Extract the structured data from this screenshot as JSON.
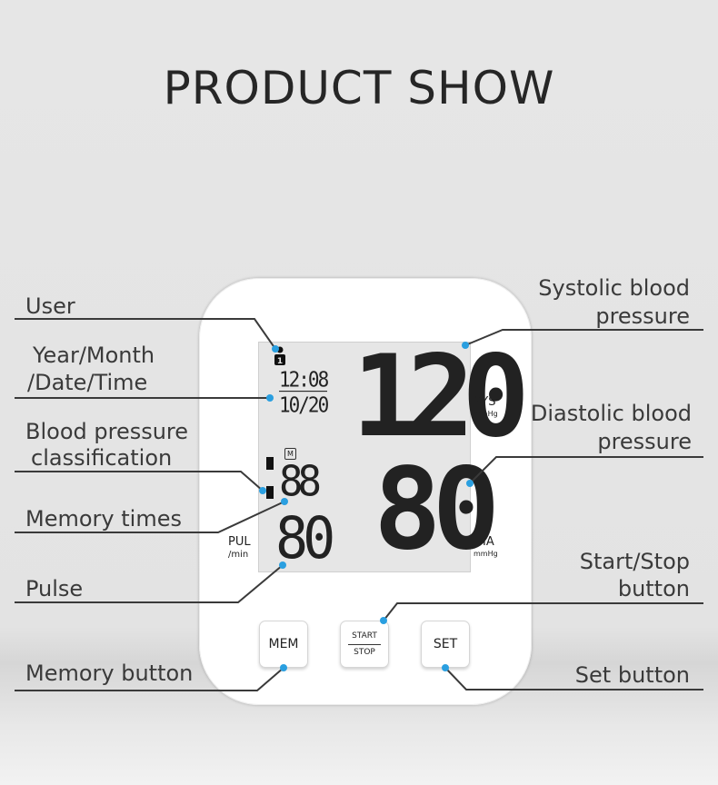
{
  "title": "PRODUCT SHOW",
  "labels": {
    "user": "User",
    "year_month_1": "Year/Month",
    "year_month_2": "/Date/Time",
    "classification_1": "Blood pressure",
    "classification_2": "classification",
    "memory_times": "Memory times",
    "pulse": "Pulse",
    "memory_button": "Memory button",
    "systolic_1": "Systolic blood",
    "systolic_2": "pressure",
    "diastolic_1": "Diastolic blood",
    "diastolic_2": "pressure",
    "start_stop_1": "Start/Stop",
    "start_stop_2": "button",
    "set_button": "Set button"
  },
  "display": {
    "time": "12:08",
    "date": "10/20",
    "memory_badge": "M",
    "memory_count": "88",
    "pulse_label": "PUL",
    "pulse_unit": "/min",
    "pulse_value": "80",
    "sys_value": "120",
    "sys_label": "SYS",
    "sys_unit": "mmHg",
    "dia_value": "80",
    "dia_label": "DIA",
    "dia_unit": "mmHg",
    "user_number": "1"
  },
  "buttons": {
    "mem": "MEM",
    "start": "START",
    "stop": "STOP",
    "set": "SET"
  },
  "colors": {
    "dot": "#2a9fe0",
    "line": "#3a3a3a",
    "lcd_bg": "#e6e6e6",
    "segment": "#111111"
  }
}
